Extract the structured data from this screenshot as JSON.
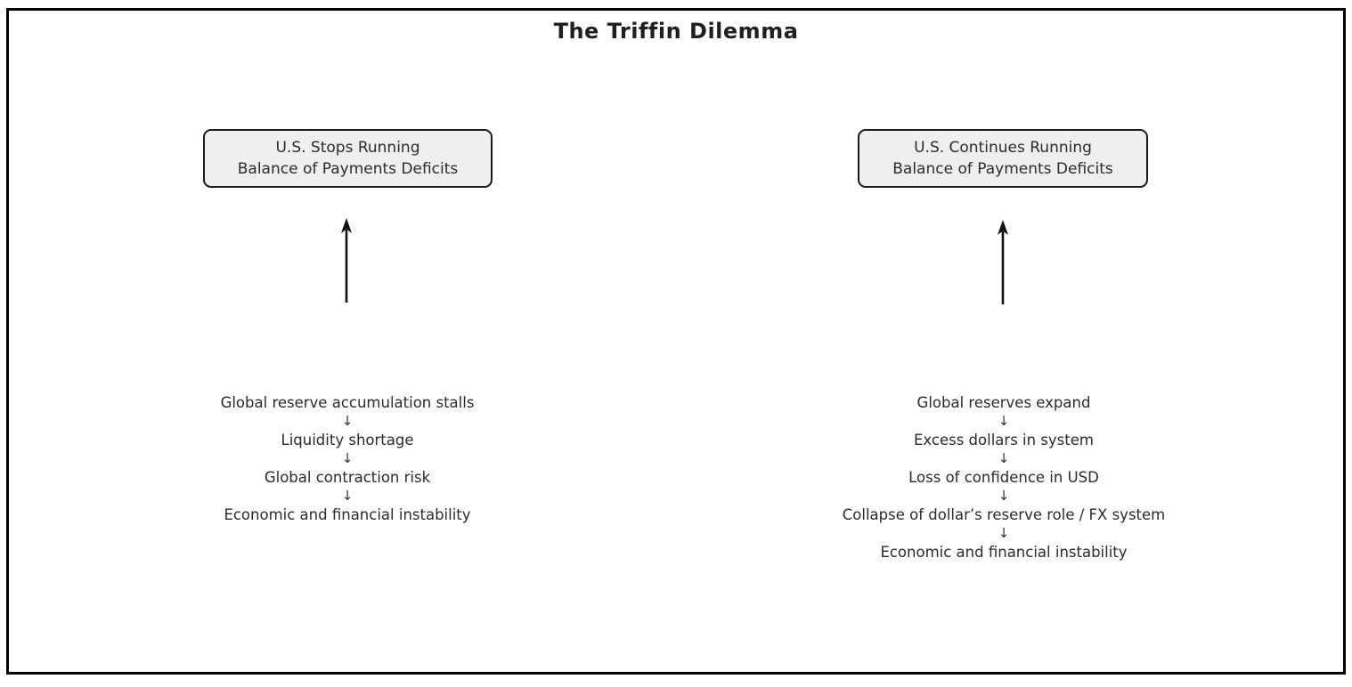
{
  "title": "The Triffin Dilemma",
  "arrow_glyph": "↓",
  "colors": {
    "background": "#ffffff",
    "frame_border": "#000000",
    "box_fill": "#efefef",
    "box_border": "#1a1a1a",
    "text": "#2b2b2b",
    "arrow": "#111111"
  },
  "left_branch": {
    "box_line1": "U.S. Stops Running",
    "box_line2": "Balance of Payments Deficits",
    "chain": [
      "Global reserve accumulation stalls",
      "Liquidity shortage",
      "Global contraction risk",
      "Economic and financial instability"
    ]
  },
  "right_branch": {
    "box_line1": "U.S. Continues Running",
    "box_line2": "Balance of Payments Deficits",
    "chain": [
      "Global reserves expand",
      "Excess dollars in system",
      "Loss of confidence in USD",
      "Collapse of dollar’s reserve role / FX system",
      "Economic and financial instability"
    ]
  }
}
